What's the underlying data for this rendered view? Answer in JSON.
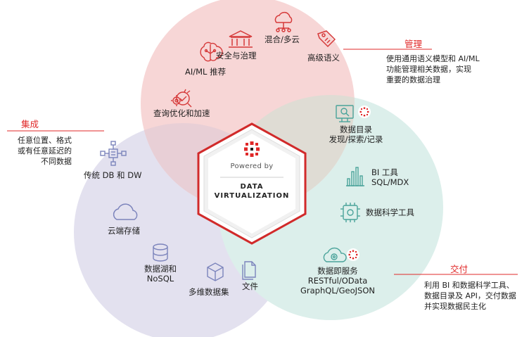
{
  "colors": {
    "accent_red": "#e02828",
    "manage_sector": "#f7d6d6",
    "integrate_sector": "#e3e1ef",
    "deliver_sector": "#dcefeb",
    "icon_red": "#d63a3a",
    "icon_teal": "#4aa39a",
    "icon_purple": "#7c84bc"
  },
  "center": {
    "powered_by": "Powered by",
    "product": "DATA\nVIRTUALIZATION"
  },
  "sections": {
    "manage": {
      "title": "管理",
      "description": "使用通用语义模型和 AI/ML\n功能管理相关数据，实现\n重要的数据治理"
    },
    "integrate": {
      "title": "集成",
      "description": "任意位置、格式\n或有任意延迟的\n不同数据"
    },
    "deliver": {
      "title": "交付",
      "description": "利用 BI 和数据科学工具、\n数据目录及 API，交付数据\n并实现数据民主化"
    }
  },
  "items": {
    "hybrid_multicloud": "混合/多云",
    "security_governance": "安全与治理",
    "semantics": "高级语义",
    "ai_ml": "AI/ML 推荐",
    "query_optimization": "查询优化和加速",
    "data_catalog": "数据目录\n发现/探索/记录",
    "bi_tools": "BI 工具\nSQL/MDX",
    "data_science": "数据科学工具",
    "data_services": "数据即服务\nRESTful/OData\nGraphQL/GeoJSON",
    "traditional_db": "传统 DB 和 DW",
    "cloud_storage": "云端存储",
    "data_lake": "数据湖和\nNoSQL",
    "multidimensional": "多维数据集",
    "files": "文件"
  },
  "icons": {
    "cloud_network": "cloud-network-icon",
    "bank": "bank-icon",
    "tag": "tag-icon",
    "brain": "brain-icon",
    "query_gear": "query-gear-icon",
    "catalog": "catalog-search-icon",
    "bar_chart": "bar-chart-icon",
    "chip": "chip-icon",
    "cloud_service": "cloud-service-icon",
    "network_db": "network-db-icon",
    "cloud": "cloud-icon",
    "database": "database-icon",
    "cube": "cube-icon",
    "file": "file-icon",
    "logo": "logo-icon"
  }
}
